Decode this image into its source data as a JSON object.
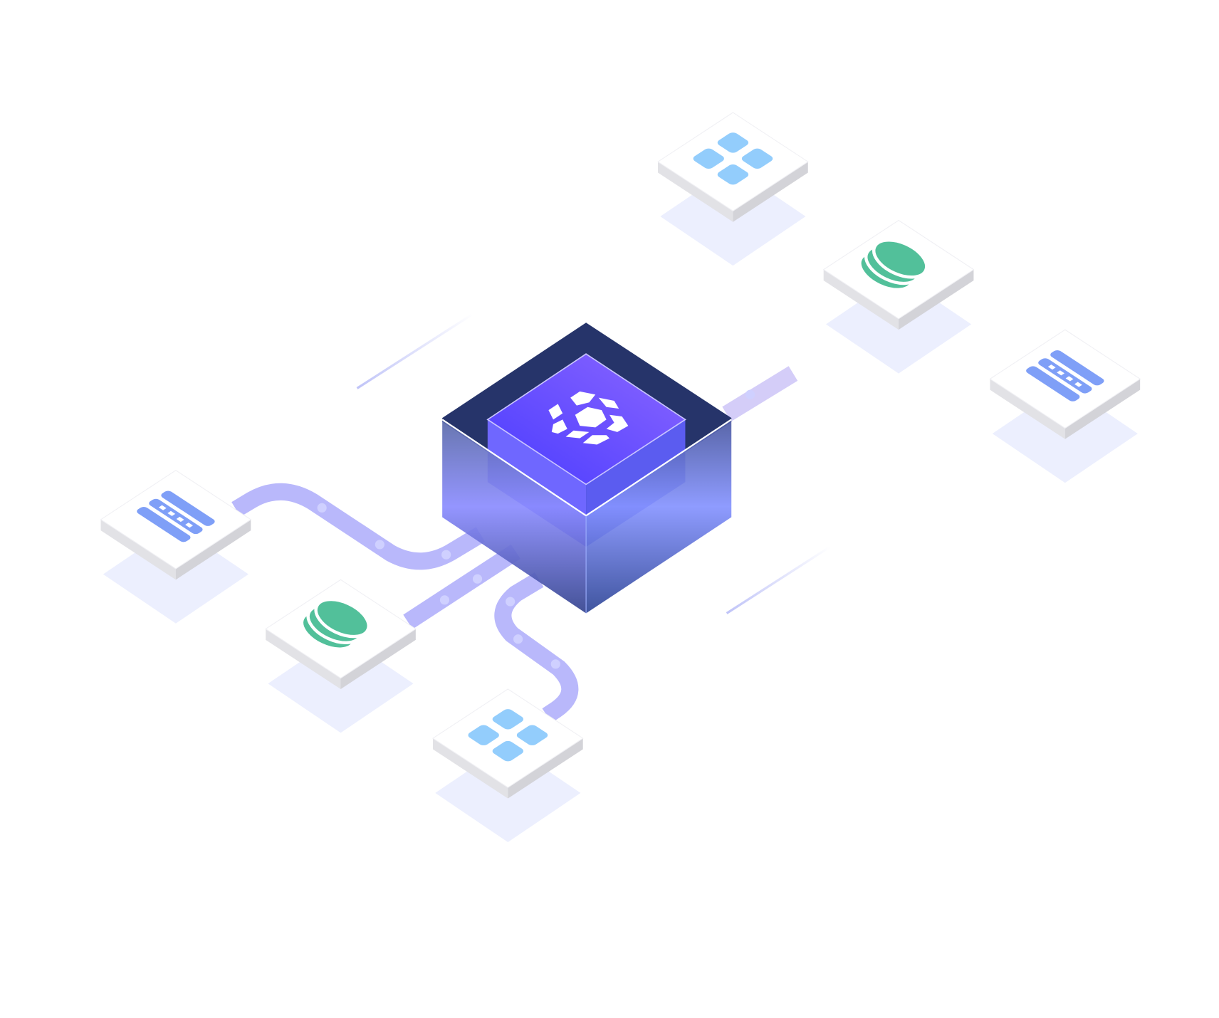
{
  "colors": {
    "background": "#ffffff",
    "connector": "#b9b8fb",
    "connector_light": "#d4cdf8",
    "connector_dot": "#cfd0ff",
    "hub_rim": "#26346a",
    "hub_glass_top": "#8e8dff",
    "hub_glass_bottom": "#36489a",
    "hub_core_top": "#6a4dff",
    "hub_core_side": "#6f67ff",
    "hub_logo": "#ffffff",
    "tile_top": "#ffffff",
    "tile_side_left": "#e2e2e6",
    "tile_side_right": "#d3d3d8",
    "tile_shadow": "#eceffe",
    "icon_grid": "#93cdfc",
    "icon_coins": "#52c09a",
    "icon_server": "#7f9ff7",
    "accent_line": "#c9ccfa"
  },
  "hub": {
    "icon": "hexagon-cluster-logo"
  },
  "nodes": [
    {
      "id": "top",
      "icon": "grid-icon"
    },
    {
      "id": "upper-right",
      "icon": "coins-icon"
    },
    {
      "id": "right",
      "icon": "server-icon"
    },
    {
      "id": "left",
      "icon": "server-icon"
    },
    {
      "id": "lower-left",
      "icon": "coins-icon"
    },
    {
      "id": "bottom",
      "icon": "grid-icon"
    }
  ]
}
